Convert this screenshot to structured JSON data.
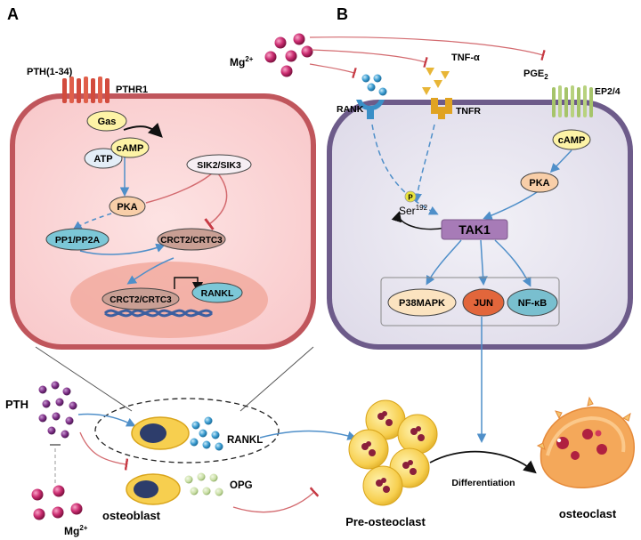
{
  "panels": {
    "a": "A",
    "b": "B"
  },
  "cell_a": {
    "hormone": "PTH(1-34)",
    "receptor": "PTHR1",
    "gas": "Gas",
    "atp": "ATP",
    "camp": "cAMP",
    "pka": "PKA",
    "sik": "SIK2/SIK3",
    "pp": "PP1/PP2A",
    "crtc": "CRCT2/CRTC3",
    "crtc_nuc": "CRCT2/CRTC3",
    "rankl": "RANKL"
  },
  "cell_b": {
    "mg": "Mg",
    "mg_sup": "2+",
    "tnfa": "TNF-α",
    "pge": "PGE",
    "pge_sub": "2",
    "rank": "RANK",
    "tnfr": "TNFR",
    "ep": "EP2/4",
    "camp": "cAMP",
    "pka": "PKA",
    "p": "P",
    "ser": "Ser",
    "ser_sup": "192",
    "tak1": "TAK1",
    "p38": "P38MAPK",
    "jun": "JUN",
    "nfkb": "NF-κB"
  },
  "bottom": {
    "pth": "PTH",
    "mg": "Mg",
    "mg_sup": "2+",
    "rankl": "RANKL",
    "opg": "OPG",
    "osteoblast": "osteoblast",
    "preosteoclast": "Pre-osteoclast",
    "differentiation": "Differentiation",
    "osteoclast": "osteoclast"
  }
}
